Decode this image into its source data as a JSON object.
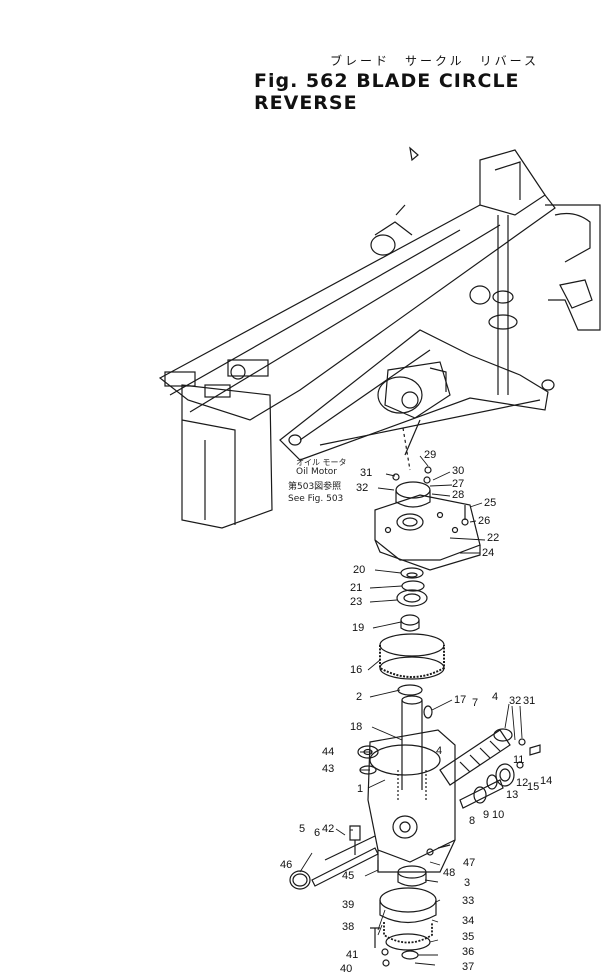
{
  "header": {
    "title_jp": "ブレード　サークル　リバース",
    "title_en": "Fig. 562  BLADE  CIRCLE  REVERSE"
  },
  "notes": {
    "oil_motor_jp": "オイル モータ",
    "oil_motor_en": "Oil Motor",
    "see_fig_jp": "第503図参照",
    "see_fig_en": "See Fig. 503"
  },
  "callouts": [
    {
      "id": "29",
      "label": "29"
    },
    {
      "id": "30",
      "label": "30"
    },
    {
      "id": "31a",
      "label": "31"
    },
    {
      "id": "27",
      "label": "27"
    },
    {
      "id": "32a",
      "label": "32"
    },
    {
      "id": "28",
      "label": "28"
    },
    {
      "id": "25",
      "label": "25"
    },
    {
      "id": "26",
      "label": "26"
    },
    {
      "id": "22",
      "label": "22"
    },
    {
      "id": "24",
      "label": "24"
    },
    {
      "id": "20",
      "label": "20"
    },
    {
      "id": "21",
      "label": "21"
    },
    {
      "id": "23",
      "label": "23"
    },
    {
      "id": "19",
      "label": "19"
    },
    {
      "id": "16",
      "label": "16"
    },
    {
      "id": "2",
      "label": "2"
    },
    {
      "id": "17",
      "label": "17"
    },
    {
      "id": "7",
      "label": "7"
    },
    {
      "id": "4a",
      "label": "4"
    },
    {
      "id": "32b",
      "label": "32"
    },
    {
      "id": "31b",
      "label": "31"
    },
    {
      "id": "18",
      "label": "18"
    },
    {
      "id": "4b",
      "label": "4"
    },
    {
      "id": "44",
      "label": "44"
    },
    {
      "id": "43",
      "label": "43"
    },
    {
      "id": "11",
      "label": "11"
    },
    {
      "id": "12",
      "label": "12"
    },
    {
      "id": "15",
      "label": "15"
    },
    {
      "id": "14",
      "label": "14"
    },
    {
      "id": "13",
      "label": "13"
    },
    {
      "id": "1",
      "label": "1"
    },
    {
      "id": "10",
      "label": "10"
    },
    {
      "id": "9",
      "label": "9"
    },
    {
      "id": "8",
      "label": "8"
    },
    {
      "id": "42",
      "label": "42"
    },
    {
      "id": "5",
      "label": "5"
    },
    {
      "id": "6",
      "label": "6"
    },
    {
      "id": "46",
      "label": "46"
    },
    {
      "id": "47",
      "label": "47"
    },
    {
      "id": "48",
      "label": "48"
    },
    {
      "id": "45",
      "label": "45"
    },
    {
      "id": "3",
      "label": "3"
    },
    {
      "id": "33",
      "label": "33"
    },
    {
      "id": "39",
      "label": "39"
    },
    {
      "id": "34",
      "label": "34"
    },
    {
      "id": "38",
      "label": "38"
    },
    {
      "id": "35",
      "label": "35"
    },
    {
      "id": "41",
      "label": "41"
    },
    {
      "id": "36",
      "label": "36"
    },
    {
      "id": "40",
      "label": "40"
    },
    {
      "id": "37",
      "label": "37"
    }
  ]
}
